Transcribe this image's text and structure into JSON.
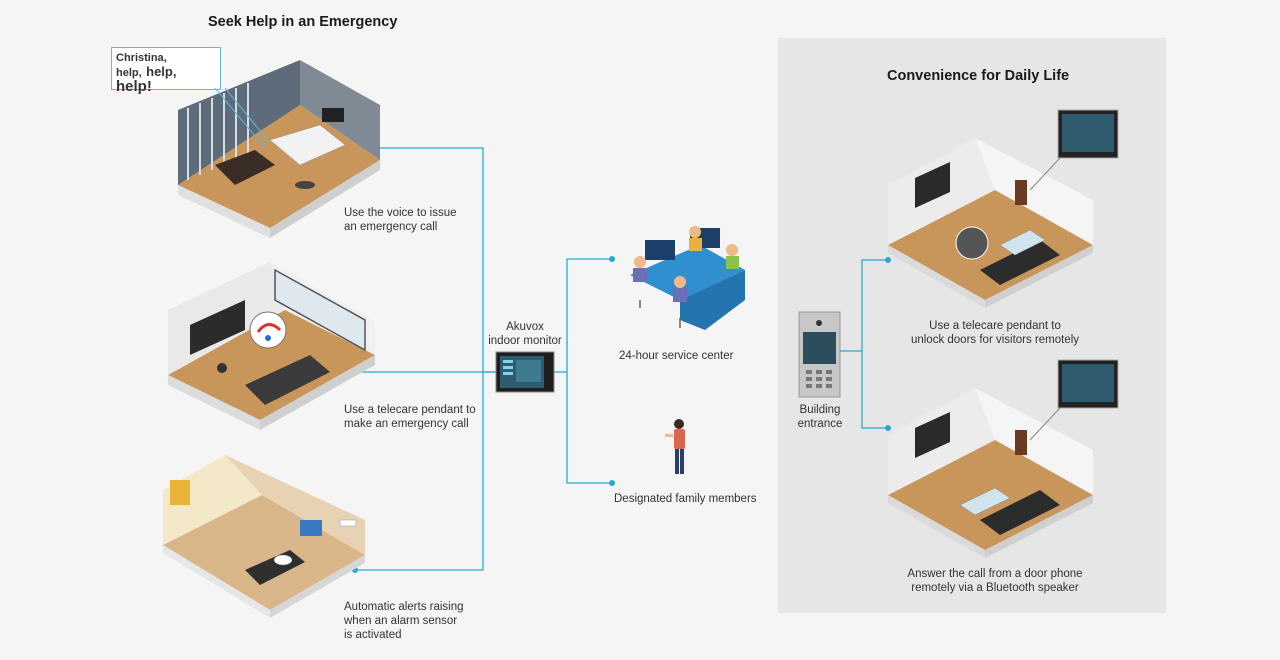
{
  "left_section": {
    "title": "Seek Help in an Emergency",
    "speech_bubble": {
      "name": "Christina,",
      "w1": "help,",
      "w2": "help,",
      "w3": "help!"
    },
    "captions": [
      "Use the voice to issue\nan emergency call",
      "Use a telecare pendant to\nmake an emergency call",
      "Automatic alerts raising\nwhen an alarm sensor\nis activated"
    ]
  },
  "center_section": {
    "monitor_label": "Akuvox\nindoor monitor",
    "service_center": "24-hour service center",
    "family": "Designated family members"
  },
  "right_section": {
    "title": "Convenience for Daily Life",
    "entrance_label": "Building\nentrance",
    "captions": [
      "Use a telecare pendant to\nunlock doors for visitors remotely",
      "Answer the call from a door phone\nremotely via a Bluetooth speaker"
    ]
  },
  "colors": {
    "connector": "#29a8d8",
    "panel": "#e6e6e6",
    "background": "#f5f5f5"
  }
}
